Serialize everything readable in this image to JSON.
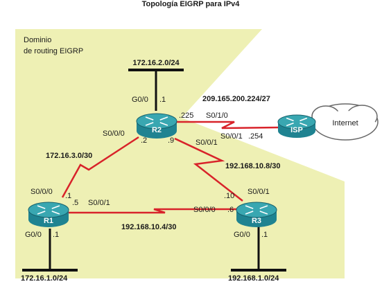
{
  "title": "Topología EIGRP para IPv4",
  "domain_label": {
    "line1": "Dominio",
    "line2": "de routing EIGRP"
  },
  "colors": {
    "domain_fill": "#eef0b4",
    "router_fill": "#1f8391",
    "router_top": "#39a7b1",
    "serial_link": "#d8232a",
    "ethernet_link": "#111111"
  },
  "networks": {
    "r2_lan": "172.16.2.0/24",
    "isp_link": "209.165.200.224/27",
    "r1_r2": "172.16.3.0/30",
    "r2_r3": "192.168.10.8/30",
    "r1_r3": "192.168.10.4/30",
    "r1_lan": "172.16.1.0/24",
    "r3_lan": "192.168.1.0/24"
  },
  "routers": {
    "r2": {
      "name": "R2",
      "g0_0": "G0/0",
      "g0_0_host": ".1",
      "s0_1_0_host": ".225",
      "s0_1_0": "S0/1/0",
      "s0_0_0": "S0/0/0",
      "s0_0_0_host": ".2",
      "s0_0_1_host": ".9",
      "s0_0_1": "S0/0/1",
      "icon": "router-icon"
    },
    "isp": {
      "name": "ISP",
      "s0_0_1": "S0/0/1",
      "s0_0_1_host": ".254",
      "icon": "router-icon"
    },
    "r1": {
      "name": "R1",
      "s0_0_0": "S0/0/0",
      "s0_0_0_host": ".1",
      "s0_0_1_host": ".5",
      "s0_0_1": "S0/0/1",
      "g0_0": "G0/0",
      "g0_0_host": ".1",
      "icon": "router-icon"
    },
    "r3": {
      "name": "R3",
      "s0_0_1_host": ".10",
      "s0_0_1": "S0/0/1",
      "s0_0_0": "S0/0/0",
      "s0_0_0_host": ".6",
      "g0_0": "G0/0",
      "g0_0_host": ".1",
      "icon": "router-icon"
    }
  },
  "internet": {
    "label": "Internet",
    "icon": "cloud-icon"
  }
}
